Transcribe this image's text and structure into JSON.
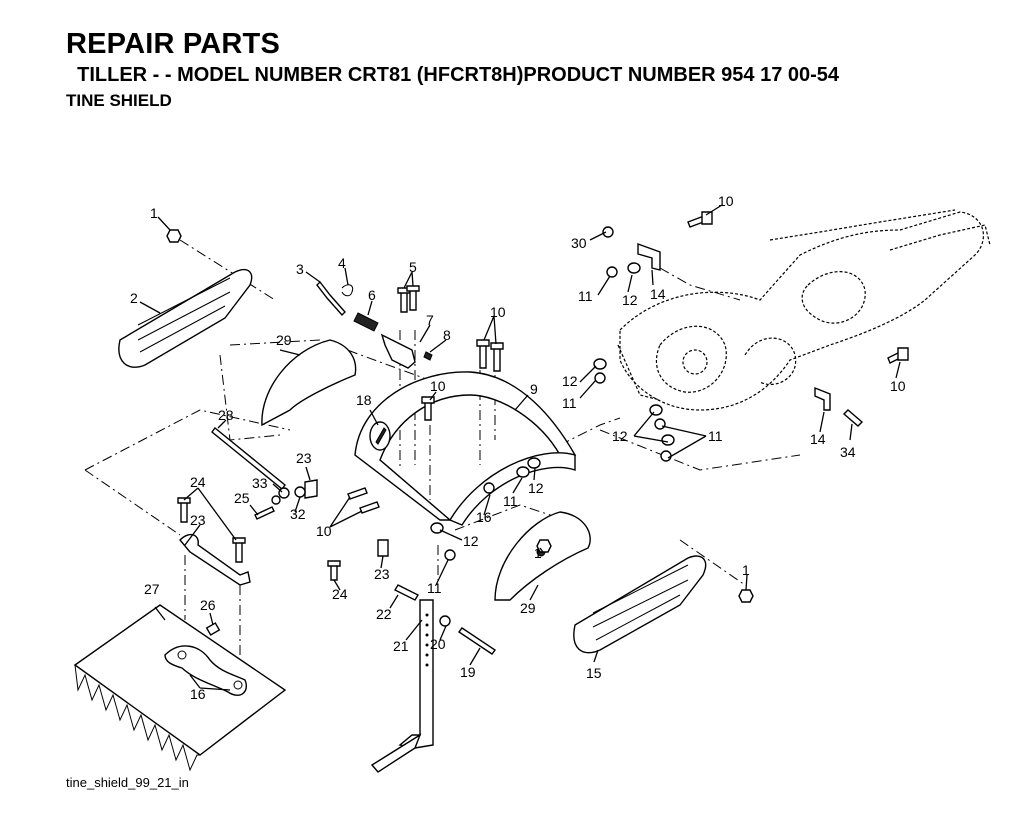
{
  "header": {
    "title": "REPAIR PARTS",
    "subtitle": "  TILLER - - MODEL NUMBER CRT81 (HFCRT8H)PRODUCT NUMBER 954 17 00-54",
    "section": "TINE SHIELD"
  },
  "footer": {
    "image_ref": "tine_shield_99_21_in"
  },
  "callouts": [
    {
      "id": "c1a",
      "label": "1"
    },
    {
      "id": "c2",
      "label": "2"
    },
    {
      "id": "c3",
      "label": "3"
    },
    {
      "id": "c4",
      "label": "4"
    },
    {
      "id": "c5",
      "label": "5"
    },
    {
      "id": "c6",
      "label": "6"
    },
    {
      "id": "c7",
      "label": "7"
    },
    {
      "id": "c8",
      "label": "8"
    },
    {
      "id": "c9",
      "label": "9"
    },
    {
      "id": "c10a",
      "label": "10"
    },
    {
      "id": "c10b",
      "label": "10"
    },
    {
      "id": "c10c",
      "label": "10"
    },
    {
      "id": "c10d",
      "label": "10"
    },
    {
      "id": "c10e",
      "label": "10"
    },
    {
      "id": "c11a",
      "label": "11"
    },
    {
      "id": "c11b",
      "label": "11"
    },
    {
      "id": "c11c",
      "label": "11"
    },
    {
      "id": "c11d",
      "label": "11"
    },
    {
      "id": "c11e",
      "label": "11"
    },
    {
      "id": "c12a",
      "label": "12"
    },
    {
      "id": "c12b",
      "label": "12"
    },
    {
      "id": "c12c",
      "label": "12"
    },
    {
      "id": "c12d",
      "label": "12"
    },
    {
      "id": "c12e",
      "label": "12"
    },
    {
      "id": "c14a",
      "label": "14"
    },
    {
      "id": "c14b",
      "label": "14"
    },
    {
      "id": "c15",
      "label": "15"
    },
    {
      "id": "c16a",
      "label": "16"
    },
    {
      "id": "c16b",
      "label": "16"
    },
    {
      "id": "c18",
      "label": "18"
    },
    {
      "id": "c19",
      "label": "19"
    },
    {
      "id": "c20",
      "label": "20"
    },
    {
      "id": "c21",
      "label": "21"
    },
    {
      "id": "c22",
      "label": "22"
    },
    {
      "id": "c23a",
      "label": "23"
    },
    {
      "id": "c23b",
      "label": "23"
    },
    {
      "id": "c23c",
      "label": "23"
    },
    {
      "id": "c24a",
      "label": "24"
    },
    {
      "id": "c24b",
      "label": "24"
    },
    {
      "id": "c25",
      "label": "25"
    },
    {
      "id": "c26",
      "label": "26"
    },
    {
      "id": "c27",
      "label": "27"
    },
    {
      "id": "c28",
      "label": "28"
    },
    {
      "id": "c29a",
      "label": "29"
    },
    {
      "id": "c29b",
      "label": "29"
    },
    {
      "id": "c30",
      "label": "30"
    },
    {
      "id": "c32",
      "label": "32"
    },
    {
      "id": "c33",
      "label": "33"
    },
    {
      "id": "c34",
      "label": "34"
    },
    {
      "id": "c1b",
      "label": "1"
    },
    {
      "id": "c1c",
      "label": "1"
    }
  ]
}
